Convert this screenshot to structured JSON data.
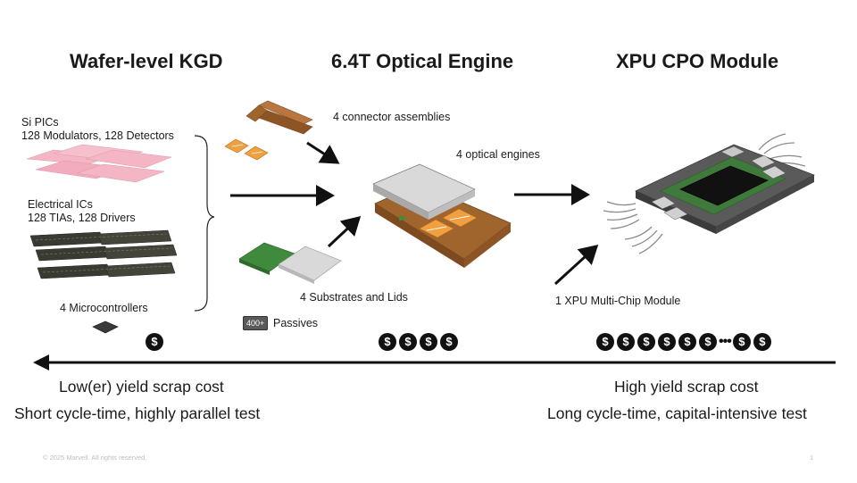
{
  "headings": {
    "left": "Wafer-level KGD",
    "center": "6.4T Optical Engine",
    "right": "XPU CPO Module"
  },
  "components": {
    "si_pics_title": "Si PICs",
    "si_pics_detail": "128 Modulators, 128 Detectors",
    "electrical_title": "Electrical ICs",
    "electrical_detail": "128 TIAs, 128 Drivers",
    "microcontrollers": "4 Microcontrollers",
    "connector_assemblies": "4 connector assemblies",
    "optical_engines": "4 optical engines",
    "substrates_lids": "4 Substrates and Lids",
    "passives_badge": "400+",
    "passives": "Passives",
    "xpu_mcm": "1 XPU Multi-Chip Module"
  },
  "cost": {
    "symbol": "$",
    "ellipsis": "•••",
    "left_count": 1,
    "center_count": 4,
    "right_before_ellipsis": 6,
    "right_after_ellipsis": 2
  },
  "bottom": {
    "left_line1": "Low(er) yield scrap cost",
    "left_line2": "Short cycle-time, highly parallel test",
    "right_line1": "High yield scrap cost",
    "right_line2": "Long cycle-time, capital-intensive test"
  },
  "footer": {
    "copyright": "© 2025 Marvell. All rights reserved.",
    "page": "1"
  },
  "colors": {
    "pic_pink": "#f4b6c4",
    "chip_dark": "#3a3a32",
    "connector_brown": "#a0642d",
    "connector_orange": "#f0a040",
    "substrate_green": "#3f8a3c",
    "arrow": "#111111"
  }
}
